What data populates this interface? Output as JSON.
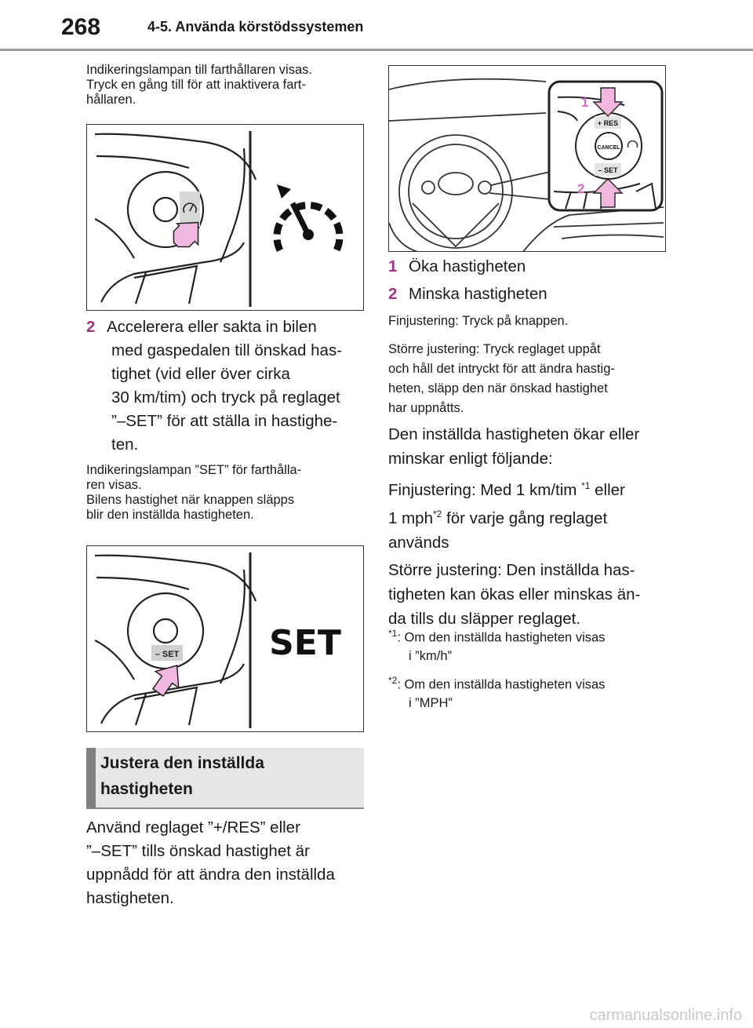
{
  "header": {
    "page_number": "268",
    "chapter": "4-5. Använda körstödssystemen"
  },
  "left": {
    "intro_lines": [
      "Indikeringslampan till farthållaren visas.",
      "Tryck en gång till för att inaktivera fart-",
      "hållaren."
    ],
    "step2": {
      "number": "2",
      "lines": [
        "Accelerera eller sakta in bilen",
        "med gaspedalen till önskad has-",
        "tighet (vid eller över cirka",
        "30 km/tim) och tryck på reglaget",
        "”–SET” för att ställa in hastighe-",
        "ten."
      ]
    },
    "note_lines": [
      "Indikeringslampan ”SET” för farthålla-",
      "ren visas.",
      "Bilens hastighet när knappen släpps",
      "blir den inställda hastigheten."
    ],
    "fig2_label": "SET",
    "fig2_button_label": "– SET",
    "section_title_lines": [
      "Justera den inställda",
      "hastigheten"
    ],
    "after_section_lines": [
      "Använd reglaget ”+/RES” eller",
      "”–SET” tills önskad hastighet är",
      "uppnådd för att ändra den inställda",
      "hastigheten."
    ]
  },
  "right": {
    "fig3_labels": {
      "res": "+ RES",
      "cancel": "CANCEL",
      "set": "– SET",
      "callout1": "1",
      "callout2": "2"
    },
    "items": [
      {
        "number": "1",
        "label": "Öka hastigheten"
      },
      {
        "number": "2",
        "label": "Minska hastigheten"
      }
    ],
    "fine_lines": [
      "Finjustering: Tryck på knappen."
    ],
    "large_lines": [
      "Större justering: Tryck reglaget uppåt",
      "och håll det intryckt för att ändra hastig-",
      "heten, släpp den när önskad hastighet",
      "har uppnåtts."
    ],
    "body_lines": [
      "Den inställda hastigheten ökar eller",
      "minskar enligt följande:"
    ],
    "fine_body": {
      "prefix": "Finjustering: Med 1 km/tim ",
      "sup1": "*1",
      "mid": " eller",
      "line2_prefix": "1 mph",
      "sup2": "*2",
      "line2_suffix": " för varje gång reglaget",
      "line3": "används"
    },
    "large_body_lines": [
      "Större justering: Den inställda has-",
      "tigheten kan ökas eller minskas än-",
      "da tills du släpper reglaget."
    ],
    "footnotes": [
      {
        "mark": "*1",
        "text": ": Om den inställda hastigheten visas",
        "line2": "i ”km/h”"
      },
      {
        "mark": "*2",
        "text": ": Om den inställda hastigheten visas",
        "line2": "i ”MPH”"
      }
    ]
  },
  "watermark": "carmanualsonline.info",
  "colors": {
    "accent_step": "#a0347f",
    "arrow_pink": "#f0b8e0",
    "callout_pink": "#d36bc0"
  }
}
